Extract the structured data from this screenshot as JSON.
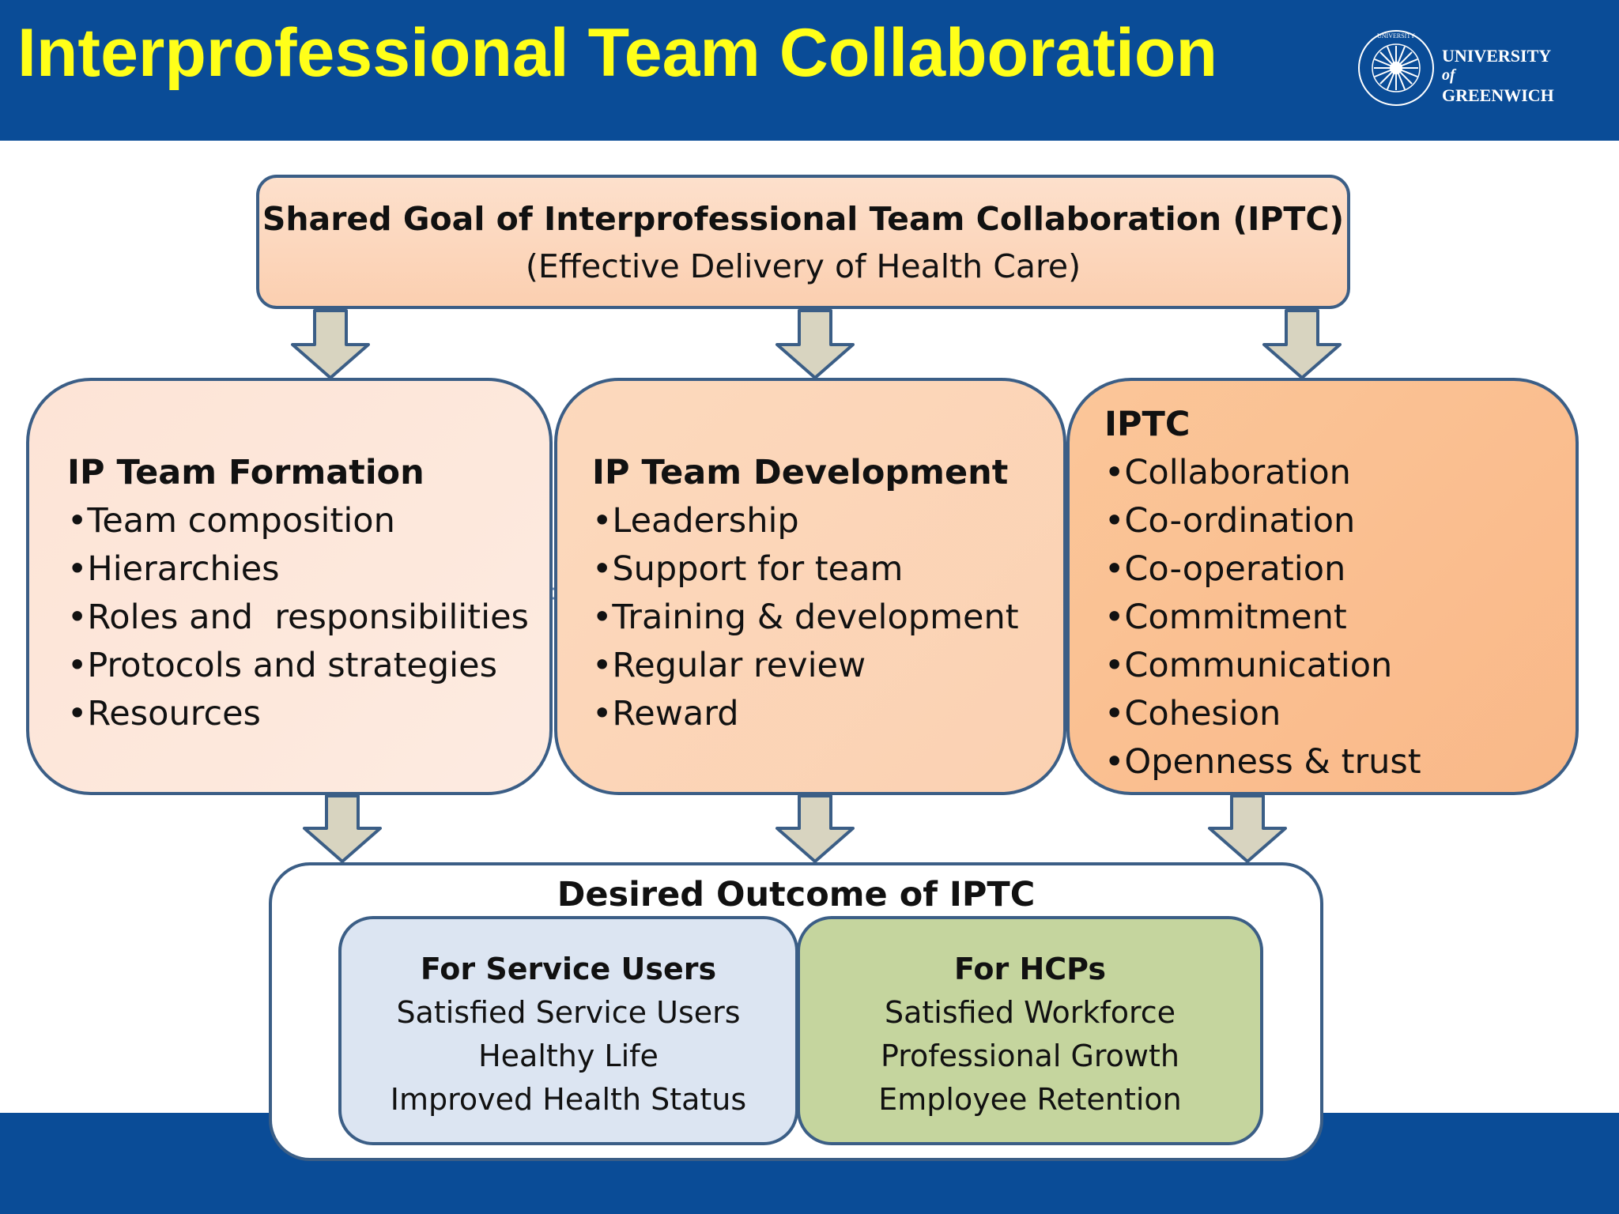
{
  "header": {
    "title": "Interprofessional Team Collaboration",
    "logo": {
      "line1": "UNIVERSITY",
      "line2": "of",
      "line3": "GREENWICH",
      "seal_text": "UNIVERSITY of GREENWICH"
    }
  },
  "goal": {
    "title": "Shared Goal of Interprofessional Team Collaboration (IPTC)",
    "subtitle": "(Effective Delivery of Health Care)"
  },
  "columns": [
    {
      "title": "IP Team Formation",
      "items": [
        "•Team composition",
        "•Hierarchies",
        "•Roles and  responsibilities",
        "•Protocols and strategies",
        "•Resources"
      ]
    },
    {
      "title": "IP Team Development",
      "items": [
        "•Leadership",
        "•Support for team",
        "•Training & development",
        "•Regular review",
        "•Reward"
      ]
    },
    {
      "title": "IPTC",
      "items": [
        "•Collaboration",
        "•Co-ordination",
        "•Co-operation",
        "•Commitment",
        "•Communication",
        "•Cohesion",
        "•Openness & trust"
      ]
    }
  ],
  "outcome": {
    "title": "Desired Outcome of IPTC",
    "service_users": {
      "title": "For Service Users",
      "items": [
        "Satisfied Service Users",
        "Healthy Life",
        "Improved Health Status"
      ]
    },
    "hcps": {
      "title": "For HCPs",
      "items": [
        "Satisfied Workforce",
        "Professional Growth",
        "Employee Retention"
      ]
    }
  },
  "colors": {
    "header_bg": "#0a4c97",
    "title_color": "#ffff19",
    "border": "#3b5e86",
    "arrow_fill": "#d8d4c0",
    "users_bg": "#dce5f2",
    "hcps_bg": "#c5d59e"
  }
}
